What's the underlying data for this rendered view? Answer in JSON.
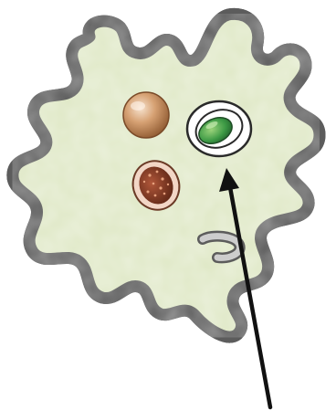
{
  "figure": {
    "subject": "amoeba",
    "structures": [
      {
        "name": "nucleus",
        "color": "#c98a55"
      },
      {
        "name": "food-vacuole",
        "color": "#7a3a24"
      },
      {
        "name": "contractile-vacuole-with-green-organism",
        "color": "#3f9a4a"
      }
    ],
    "arrow_target": "contractile-vacuole-with-green-organism",
    "colors": {
      "cytoplasm": "#dfe8c6",
      "membrane_outer": "#5a5a5a",
      "membrane_inner": "#c9c9c9",
      "arrow": "#111111"
    }
  }
}
